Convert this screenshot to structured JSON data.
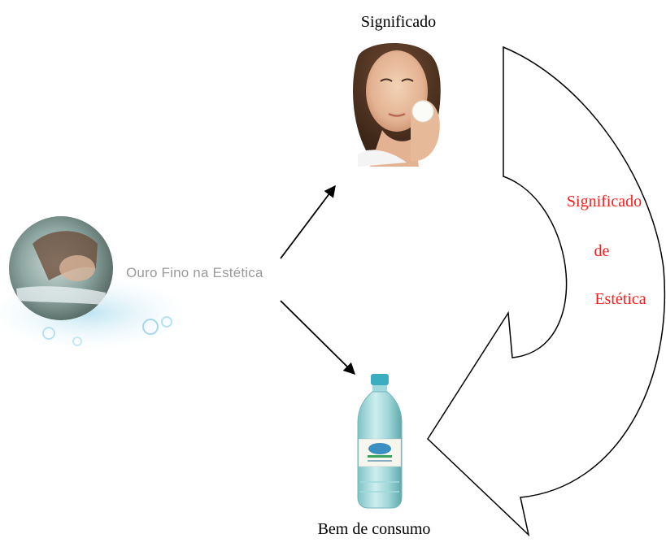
{
  "diagram": {
    "signified_label": "Significado",
    "consumer_good_label": "Bem de consumo",
    "logo_text": "Ouro Fino na Estética",
    "cycle_label_lines": [
      "Significado",
      "de",
      "Estética"
    ],
    "colors": {
      "cycle_text": "#ff1a1a",
      "arrow": "#000000",
      "logo_text": "#9a9a9a"
    },
    "icons": [
      "woman-face-photo",
      "ouro-fino-logo-photo",
      "water-bottle-photo",
      "curved-cycle-arrow"
    ]
  }
}
